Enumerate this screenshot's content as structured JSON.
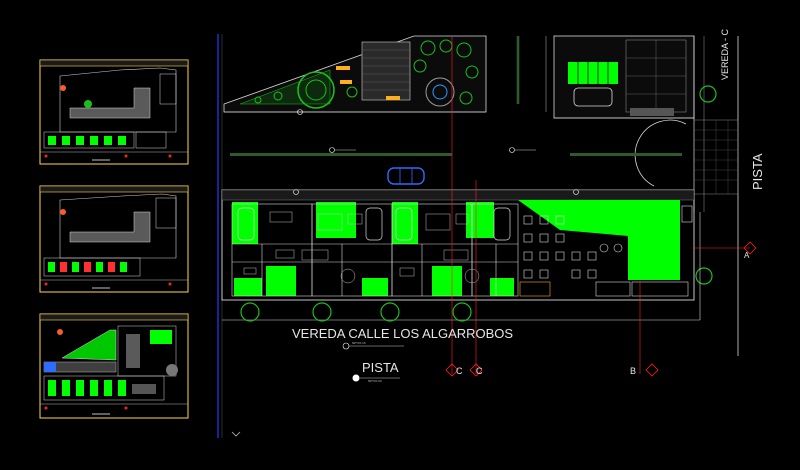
{
  "drawing": {
    "street_label": "VEREDA CALLE LOS ALGARROBOS",
    "street_level": "NPT±0.15",
    "road_label": "PISTA",
    "road_level": "NPT±0.00",
    "right_road_label": "PISTA",
    "right_sidewalk_label": "VEREDA - C",
    "axis_labels": [
      "A",
      "B",
      "C",
      "C"
    ]
  },
  "colors": {
    "background": "#000000",
    "landscape_green": "#00ff00",
    "tree_green": "#1bbf1b",
    "frame_white": "#d9d9d9",
    "axis_red": "#ff2020",
    "car_blue": "#2f6bff",
    "sheet_yellow": "#ffd84a",
    "divider_blue": "#2040ff"
  },
  "thumbnails": [
    {
      "name": "plan-level-1"
    },
    {
      "name": "plan-level-2"
    },
    {
      "name": "plan-level-3"
    }
  ]
}
